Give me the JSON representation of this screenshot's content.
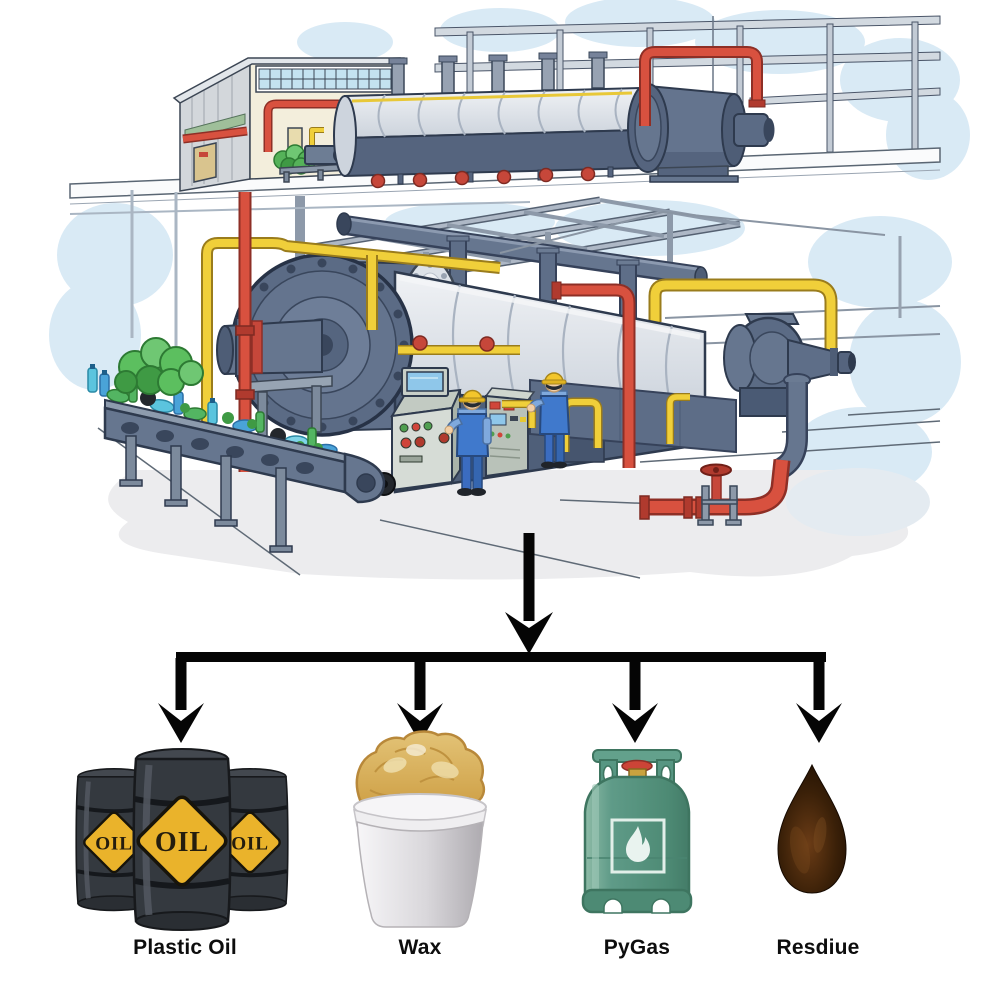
{
  "flowchart": {
    "arrow_color": "#050505",
    "source_icon": "pyrolysis-plant-illustration",
    "outputs": [
      {
        "id": "plastic-oil",
        "label": "Plastic Oil",
        "icon": "oil-barrels-icon",
        "barrel_text": "OIL"
      },
      {
        "id": "wax",
        "label": "Wax",
        "icon": "wax-tub-icon"
      },
      {
        "id": "pygas",
        "label": "PyGas",
        "icon": "gas-cylinder-icon"
      },
      {
        "id": "residue",
        "label": "Resdiue",
        "icon": "residue-drop-icon"
      }
    ]
  },
  "illustration": {
    "icon": "plastic-pyrolysis-plant-scene",
    "elements": [
      "factory-building",
      "pyrolysis-reactors",
      "red-pipes",
      "yellow-pipes",
      "conveyor-with-plastic-bottles",
      "control-consoles",
      "workers-with-hard-hats"
    ]
  },
  "colors": {
    "background": "#ffffff",
    "cloud_blue": "#d9eaf5",
    "machine_dark": "#5b6b85",
    "machine_light": "#e4e8ed",
    "pipe_red": "#d8513f",
    "pipe_yellow": "#f0cf3a",
    "bush_green": "#57b75b",
    "bottle_teal": "#5bc4de",
    "worker_blue": "#3f77c9",
    "helmet_yellow": "#f3c62c",
    "barrel_black": "#34393f",
    "barrel_diamond": "#eab32b",
    "wax_gold": "#d8ad52",
    "cylinder_green": "#579682",
    "residue_brown": "#3a2008",
    "arrow_black": "#050505"
  }
}
